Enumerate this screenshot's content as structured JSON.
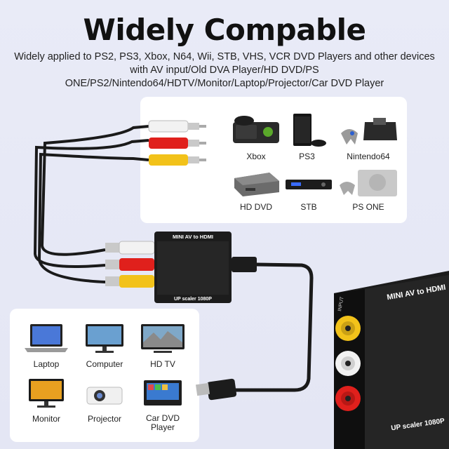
{
  "header": {
    "title": "Widely Compable",
    "subtitle_lines": [
      "Widely applied to PS2, PS3, Xbox, N64, Wii, STB, VHS, VCR DVD Players and other devices",
      "with AV input/Old DVA Player/HD DVD/PS",
      "ONE/PS2/Nintendo64/HDTV/Monitor/Laptop/Projector/Car DVD Player"
    ]
  },
  "sources": [
    {
      "label": "Xbox",
      "icon": "console-xbox-icon"
    },
    {
      "label": "PS3",
      "icon": "console-ps3-icon"
    },
    {
      "label": "Nintendo64",
      "icon": "console-n64-icon"
    },
    {
      "label": "HD DVD",
      "icon": "hd-dvd-player-icon"
    },
    {
      "label": "STB",
      "icon": "set-top-box-icon"
    },
    {
      "label": "PS ONE",
      "icon": "console-psone-icon"
    }
  ],
  "displays": [
    {
      "label": "Laptop",
      "icon": "laptop-icon"
    },
    {
      "label": "Computer",
      "icon": "desktop-monitor-icon"
    },
    {
      "label": "HD TV",
      "icon": "tv-icon"
    },
    {
      "label": "Monitor",
      "icon": "monitor-icon"
    },
    {
      "label": "Projector",
      "icon": "projector-icon"
    },
    {
      "label": "Car DVD\nPlayer",
      "icon": "car-dvd-player-icon"
    }
  ],
  "converter": {
    "top_label": "MINI AV to HDMI",
    "bottom_label": "UP scaler 1080P",
    "port_label": "INPUT"
  },
  "colors": {
    "rca_white": "#f2f2f2",
    "rca_red": "#e0201c",
    "rca_yellow": "#f2c21a",
    "cable": "#1a1a1a",
    "device_body": "#1c1c1c"
  }
}
